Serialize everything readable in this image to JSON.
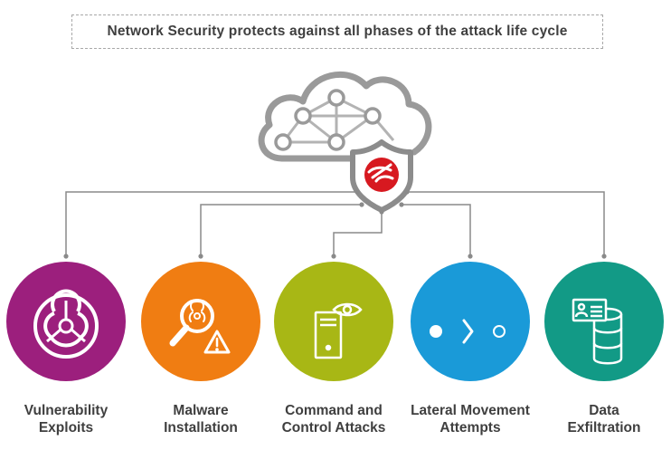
{
  "header": {
    "title": "Network Security protects against all phases of the attack life cycle"
  },
  "phases": [
    {
      "line1": "Vulnerability",
      "line2": "Exploits",
      "color": "#9c1f7d",
      "icon": "biohazard-icon"
    },
    {
      "line1": "Malware",
      "line2": "Installation",
      "color": "#f07d12",
      "icon": "malware-search-icon"
    },
    {
      "line1": "Command and",
      "line2": "Control Attacks",
      "color": "#a8b715",
      "icon": "server-eye-icon"
    },
    {
      "line1": "Lateral Movement",
      "line2": "Attempts",
      "color": "#1a9ad8",
      "icon": "lateral-movement-icon"
    },
    {
      "line1": "Data",
      "line2": "Exfiltration",
      "color": "#129a86",
      "icon": "database-id-icon"
    }
  ],
  "colors": {
    "cloud_stroke": "#9a9a9a",
    "shield_stroke": "#8c8c8c",
    "brand_red": "#d71920",
    "connector": "#8a8a8a"
  }
}
